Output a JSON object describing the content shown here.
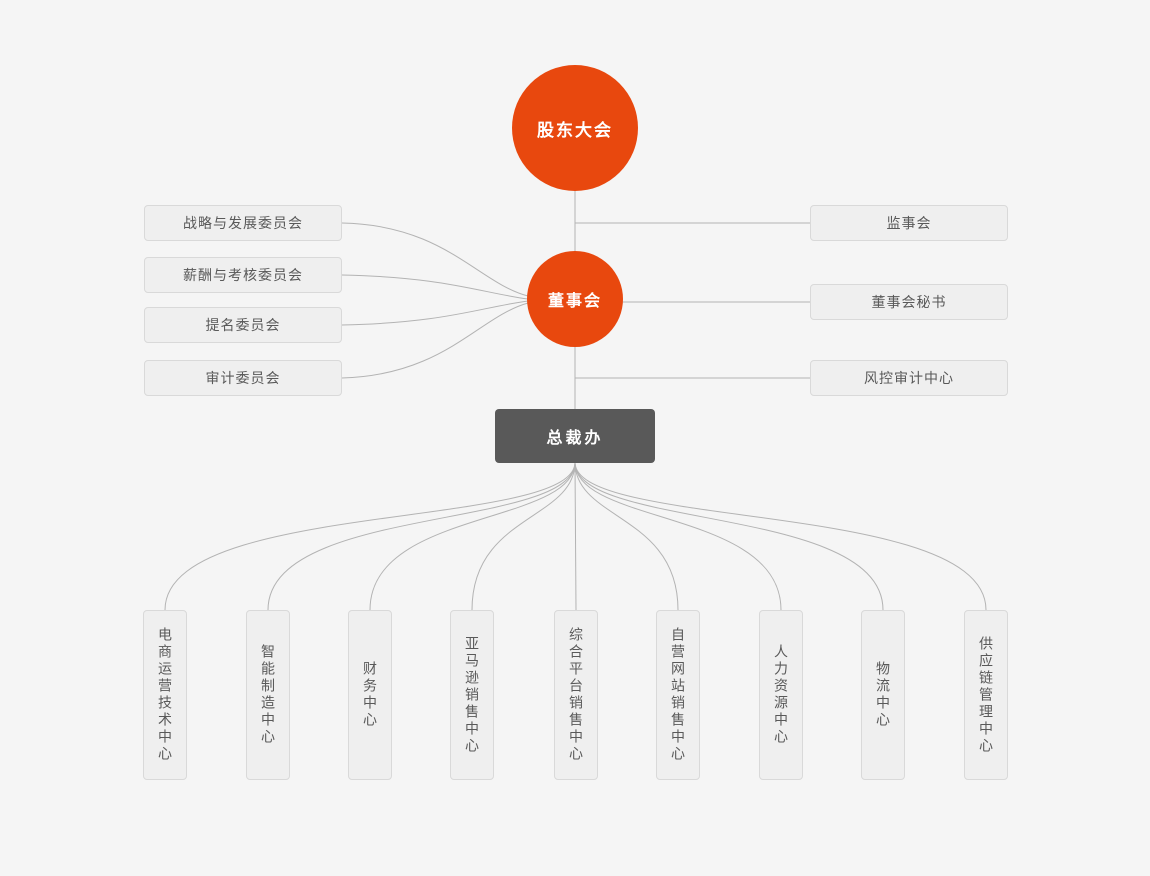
{
  "org_chart": {
    "background": "#F5F5F5",
    "colors": {
      "accent": "#E8480E",
      "dark_node": "#595959",
      "box_fill": "#EFEFEF",
      "box_border": "#D9D9D9",
      "connector": "#B3B3B3",
      "text": "#595959"
    },
    "shareholders": {
      "label": "股东大会"
    },
    "board": {
      "label": "董事会"
    },
    "president_office": {
      "label": "总裁办"
    },
    "committees": [
      {
        "label": "战略与发展委员会"
      },
      {
        "label": "薪酬与考核委员会"
      },
      {
        "label": "提名委员会"
      },
      {
        "label": "审计委员会"
      }
    ],
    "right_nodes": [
      {
        "label": "监事会"
      },
      {
        "label": "董事会秘书"
      },
      {
        "label": "风控审计中心"
      }
    ],
    "departments": [
      {
        "label": "电商运营技术中心"
      },
      {
        "label": "智能制造中心"
      },
      {
        "label": "财务中心"
      },
      {
        "label": "亚马逊销售中心"
      },
      {
        "label": "综合平台销售中心"
      },
      {
        "label": "自营网站销售中心"
      },
      {
        "label": "人力资源中心"
      },
      {
        "label": "物流中心"
      },
      {
        "label": "供应链管理中心"
      }
    ]
  }
}
